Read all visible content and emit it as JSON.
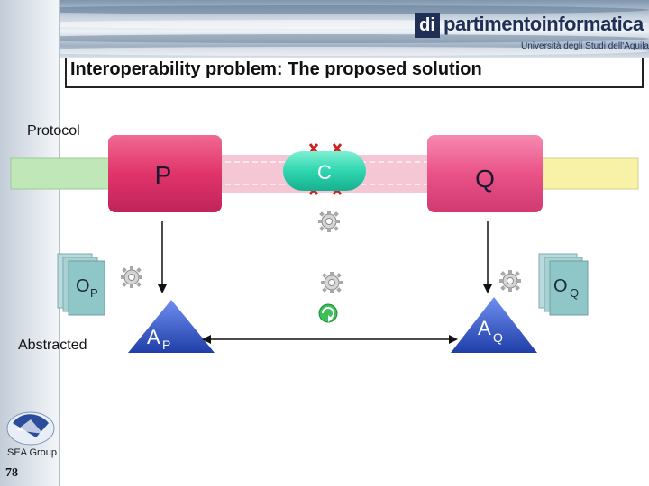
{
  "header": {
    "brand_mark": "di",
    "brand_name": "partimentoinformatica",
    "brand_subtitle": "Università degli Studi dell'Aquila"
  },
  "slide": {
    "title": "Interoperability problem: The proposed solution",
    "protocol_label": "Protocol",
    "abstracted_label": "Abstracted",
    "footer_group": "SEA Group",
    "page_number": "78"
  },
  "diagram": {
    "node_p": "P",
    "node_c": "C",
    "node_q": "Q",
    "ontology_p_main": "O",
    "ontology_p_sub": "P",
    "ontology_q_main": "O",
    "ontology_q_sub": "Q",
    "abstract_p_main": "A",
    "abstract_p_sub": "P",
    "abstract_q_main": "A",
    "abstract_q_sub": "Q",
    "colors": {
      "protocol_p": "#e0346a",
      "protocol_q": "#ea5288",
      "connector": "#2fd6b0",
      "left_bar": "#bfe7b8",
      "right_bar": "#f7f2a6",
      "middle_bar": "#f2b9ca",
      "ontology": "#8fc7c9",
      "abstract": "#2b4fc4",
      "cross": "#cc2222"
    }
  }
}
